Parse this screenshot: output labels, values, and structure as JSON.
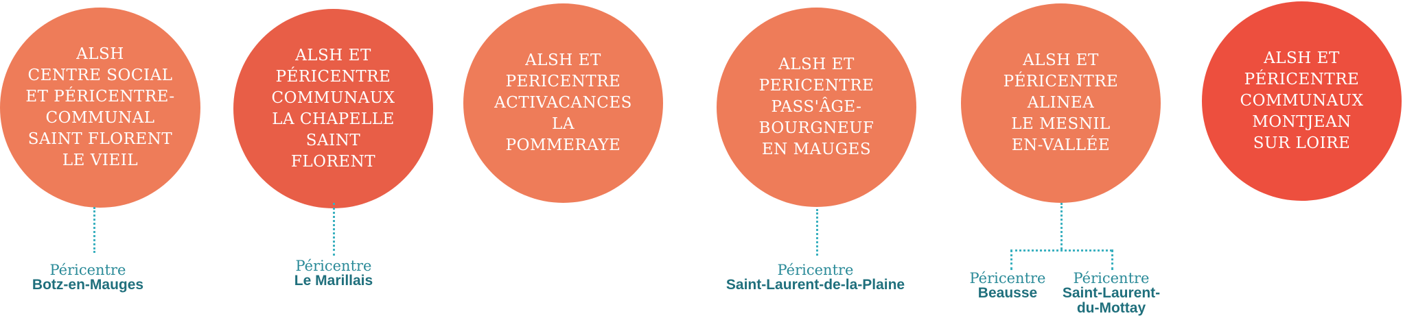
{
  "colors": {
    "light": "#ee7c59",
    "medium": "#e85e47",
    "dark": "#ed4f3e",
    "connector": "#3ab0bf",
    "label": "#1f6f7c"
  },
  "circles": [
    {
      "text": "ALSH\nCENTRE SOCIAL\nET PÉRICENTRE-\nCOMMUNAL\nSAINT FLORENT\nLE VIEIL"
    },
    {
      "text": "ALSH ET\nPÉRICENTRE\nCOMMUNAUX\nLA CHAPELLE\nSAINT\nFLORENT"
    },
    {
      "text": "ALSH ET\nPERICENTRE\nACTIVACANCES\nLA\nPOMMERAYE"
    },
    {
      "text": "ALSH ET\nPERICENTRE\nPASS'ÂGE-\nBOURGNEUF\nEN MAUGES"
    },
    {
      "text": "ALSH ET\nPÉRICENTRE\nALINEA\nLE MESNIL\nEN-VALLÉE"
    },
    {
      "text": "ALSH ET\nPÉRICENTRE\nCOMMUNAUX\nMONTJEAN\nSUR LOIRE"
    }
  ],
  "labels": [
    {
      "kind": "Péricentre",
      "name": "Botz-en-Mauges"
    },
    {
      "kind": "Péricentre",
      "name": "Le Marillais"
    },
    {
      "kind": "Péricentre",
      "name": "Saint-Laurent-de-la-Plaine"
    },
    {
      "kind": "Péricentre",
      "name": "Beausse"
    },
    {
      "kind": "Péricentre",
      "name": "Saint-Laurent-\ndu-Mottay"
    }
  ]
}
